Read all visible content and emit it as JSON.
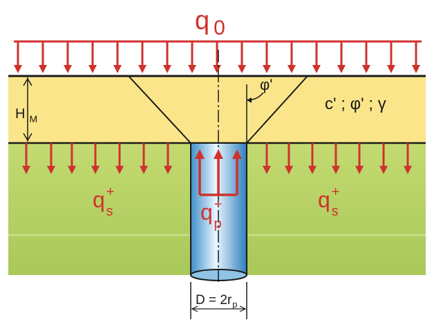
{
  "labels": {
    "q0_main": "q",
    "q0_sub": "0",
    "soil_params": "c' ; φ' ; γ",
    "phi_angle": "φ'",
    "hm_main": "H",
    "hm_sub": "M",
    "qs_main": "q",
    "qs_sup": "+",
    "qs_sub": "s",
    "qp_main": "q",
    "qp_sup": "+",
    "qp_sub": "p",
    "diameter": "D = 2r",
    "diameter_sub": "p"
  },
  "colors": {
    "load_arrow": "#d0312d",
    "top_layer": "#fbe58a",
    "bottom_layer": "#bcd567",
    "pile": "#9fd0ee",
    "line": "#1a1a1a"
  }
}
